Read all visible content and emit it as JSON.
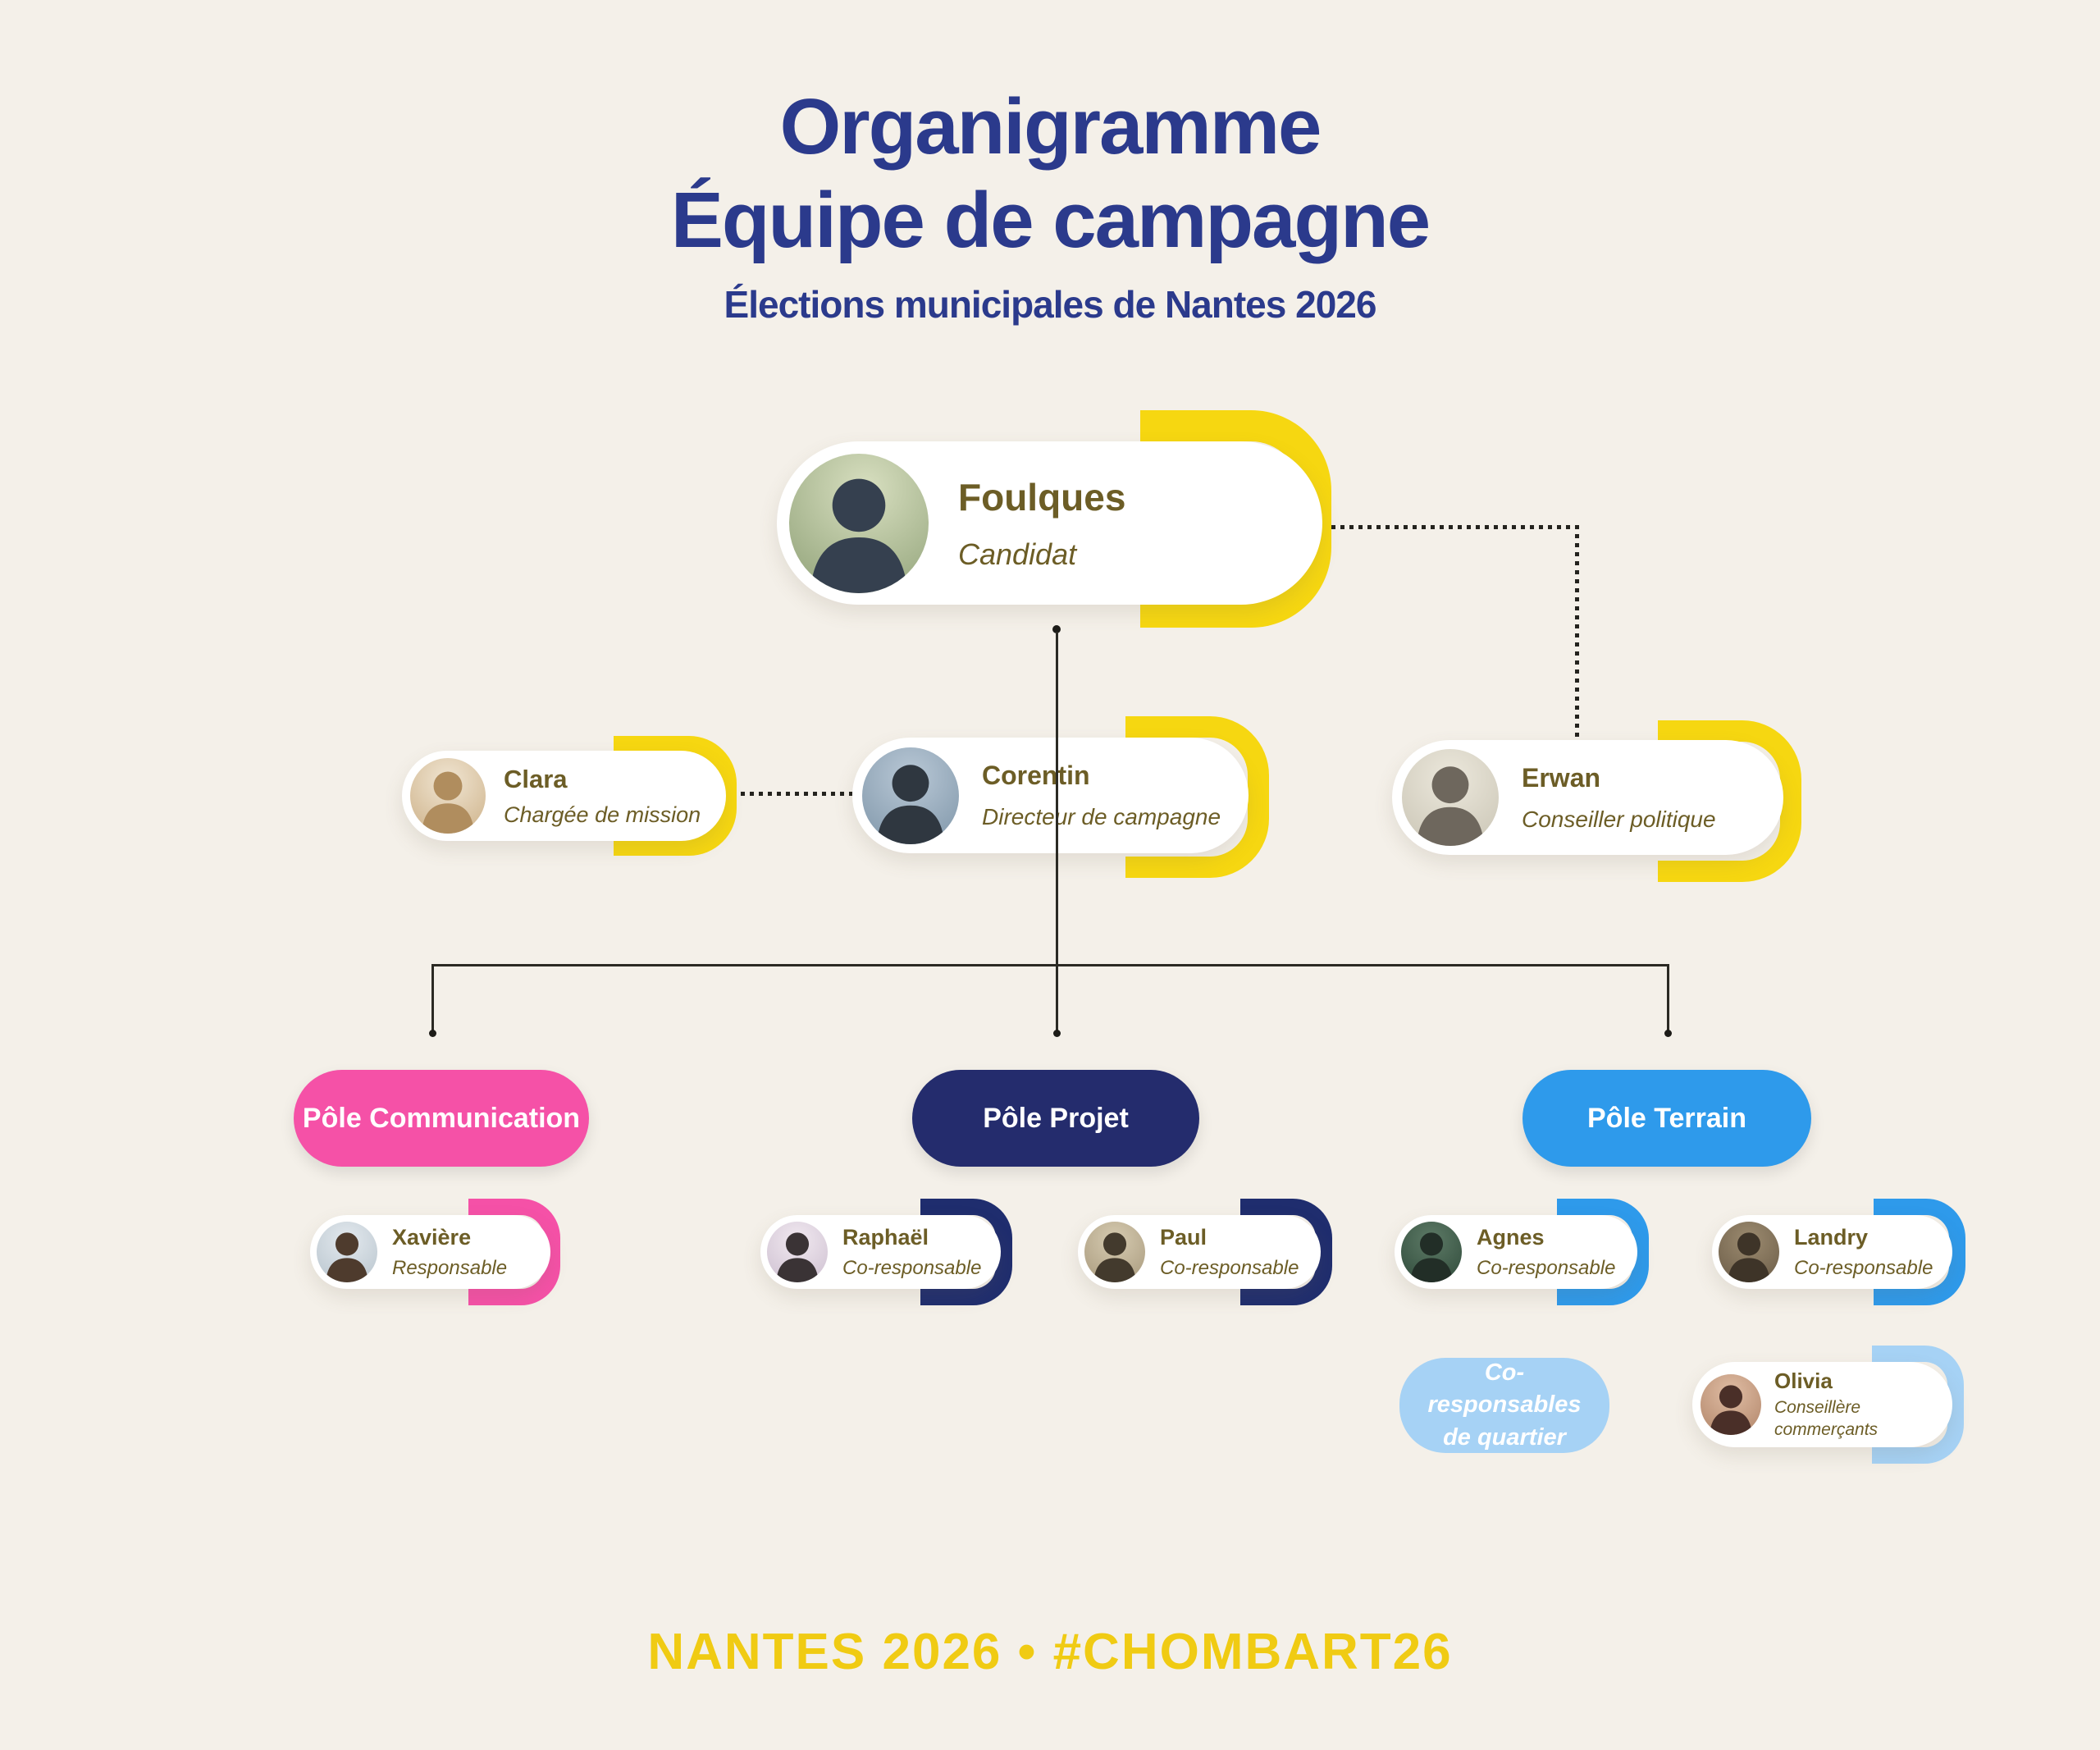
{
  "title": {
    "line1": "Organigramme",
    "line2": "Équipe de campagne",
    "subtitle": "Élections municipales de Nantes 2026"
  },
  "people": {
    "foulques": {
      "name": "Foulques",
      "role": "Candidat"
    },
    "clara": {
      "name": "Clara",
      "role": "Chargée de mission"
    },
    "corentin": {
      "name": "Corentin",
      "role": "Directeur de campagne"
    },
    "erwan": {
      "name": "Erwan",
      "role": "Conseiller politique"
    },
    "xaviere": {
      "name": "Xavière",
      "role": "Responsable"
    },
    "raphael": {
      "name": "Raphaël",
      "role": "Co-responsable"
    },
    "paul": {
      "name": "Paul",
      "role": "Co-responsable"
    },
    "agnes": {
      "name": "Agnes",
      "role": "Co-responsable"
    },
    "landry": {
      "name": "Landry",
      "role": "Co-responsable"
    },
    "olivia": {
      "name": "Olivia",
      "role": "Conseillère commerçants"
    }
  },
  "poles": {
    "communication": {
      "label": "Pôle Communication",
      "color": "#F551A7"
    },
    "projet": {
      "label": "Pôle Projet",
      "color": "#242C6D"
    },
    "terrain": {
      "label": "Pôle Terrain",
      "color": "#2E9AEB"
    }
  },
  "chip": {
    "label": "Co-responsables de quartier",
    "color": "#A6D2F5"
  },
  "footer": {
    "label": "NANTES 2026 • #CHOMBART26"
  },
  "colors": {
    "background": "#F4F0E9",
    "accent_yellow": "#F6D711",
    "pink": "#F551A7",
    "navy": "#242C6D",
    "blue": "#2E9AEB",
    "light_blue": "#A6D2F5",
    "title_navy": "#2B3A8C",
    "text_olive": "#6C5D26",
    "footer_yellow": "#F0CB13"
  }
}
